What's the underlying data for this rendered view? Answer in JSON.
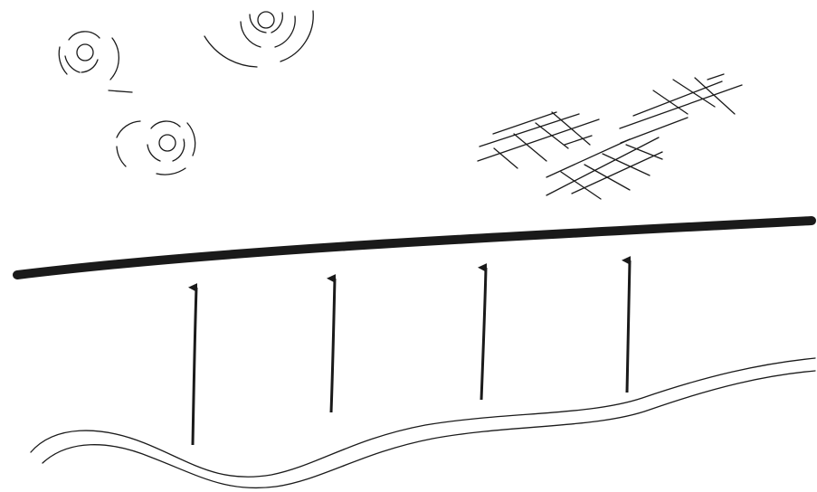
{
  "diagram": {
    "line_color": "#1a1a1a",
    "arrow_count": 4,
    "ripple_circle_count": 3,
    "mesh_patch_count": 3
  }
}
